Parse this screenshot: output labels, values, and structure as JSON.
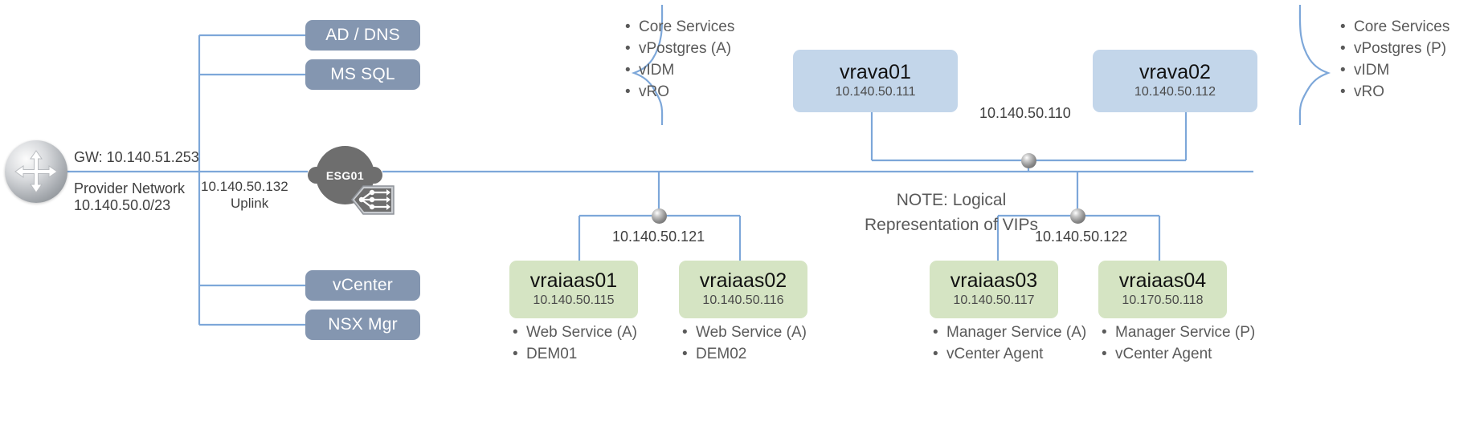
{
  "diagram": {
    "provider": {
      "gateway_label": "GW: 10.140.51.253",
      "network_name": "Provider Network",
      "network_cidr": "10.140.50.0/23",
      "router_icon": "router-icon"
    },
    "uplink": {
      "ip": "10.140.50.132",
      "label": "Uplink"
    },
    "edge": {
      "name": "ESG01",
      "icon": "edge-router-icon"
    },
    "infra_nodes": [
      {
        "label": "AD / DNS"
      },
      {
        "label": "MS SQL"
      },
      {
        "label": "vCenter"
      },
      {
        "label": "NSX Mgr"
      }
    ],
    "vra_vip": "10.140.50.110",
    "vra_nodes": [
      {
        "name": "vrava01",
        "ip": "10.140.50.111",
        "services": [
          "Core Services",
          "vPostgres (A)",
          "vIDM",
          "vRO"
        ],
        "services_side": "left"
      },
      {
        "name": "vrava02",
        "ip": "10.140.50.112",
        "services": [
          "Core Services",
          "vPostgres (P)",
          "vIDM",
          "vRO"
        ],
        "services_side": "right"
      }
    ],
    "iaas_groups": [
      {
        "vip": "10.140.50.121",
        "nodes": [
          {
            "name": "vraiaas01",
            "ip": "10.140.50.115",
            "services": [
              "Web Service (A)",
              "DEM01"
            ]
          },
          {
            "name": "vraiaas02",
            "ip": "10.140.50.116",
            "services": [
              "Web Service (A)",
              "DEM02"
            ]
          }
        ]
      },
      {
        "vip": "10.140.50.122",
        "nodes": [
          {
            "name": "vraiaas03",
            "ip": "10.140.50.117",
            "services": [
              "Manager Service (A)",
              "vCenter Agent"
            ]
          },
          {
            "name": "vraiaas04",
            "ip": "10.170.50.118",
            "services": [
              "Manager Service (P)",
              "vCenter Agent"
            ]
          }
        ]
      }
    ],
    "note": {
      "line1": "NOTE: Logical",
      "line2": "Representation of VIPs"
    },
    "colors": {
      "wire": "#7da7d9",
      "infra_box": "#8496b0",
      "vra_box": "#c3d6ea",
      "iaas_box": "#d5e4c3",
      "edge_node": "#6e6e6e"
    }
  }
}
